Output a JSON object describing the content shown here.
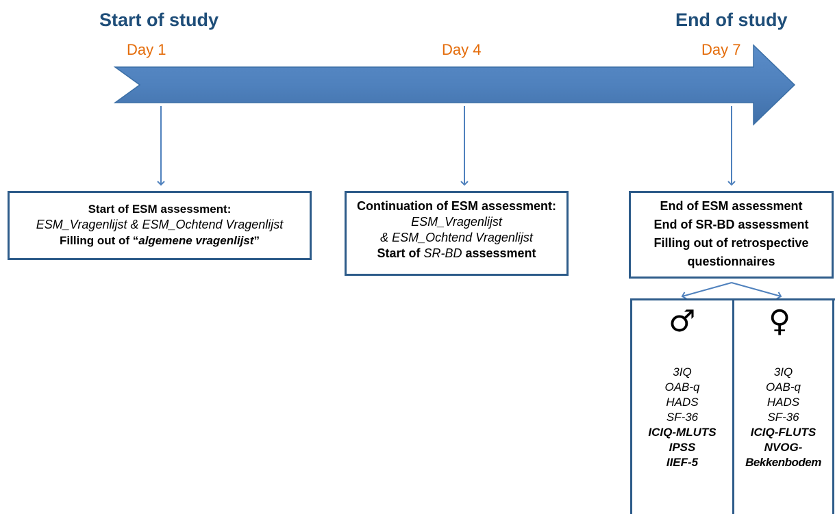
{
  "timeline": {
    "start_label": "Start  of study",
    "end_label": "End of study",
    "days": [
      "Day 1",
      "Day 4",
      "Day 7"
    ]
  },
  "boxes": {
    "day1": {
      "title": "Start of ESM assessment:",
      "line2": "ESM_Vragenlijst & ESM_Ochtend Vragenlijst",
      "line3_prefix": "Filling out of “",
      "line3_italic": "algemene vragenlijst",
      "line3_suffix": "”"
    },
    "day4": {
      "title": "Continuation  of ESM assessment:",
      "line2": "ESM_Vragenlijst",
      "line3": "& ESM_Ochtend Vragenlijst",
      "line4_prefix": "Start of ",
      "line4_italic": "SR-BD",
      "line4_suffix": " assessment"
    },
    "day7": {
      "line1": "End of ESM assessment",
      "line2": "End of SR-BD assessment",
      "line3": "Filling out of retrospective",
      "line4": "questionnaires"
    }
  },
  "male": {
    "symbol": "♂",
    "questionnaires": [
      "3IQ",
      "OAB-q",
      "HADS",
      "SF-36",
      "ICIQ-MLUTS",
      "IPSS",
      "IIEF-5"
    ]
  },
  "female": {
    "symbol": "♀",
    "questionnaires": [
      "3IQ",
      "OAB-q",
      "HADS",
      "SF-36",
      "ICIQ-FLUTS",
      "NVOG-",
      "Bekkenbodem"
    ]
  },
  "colors": {
    "arrow": "#4F81BD",
    "heading": "#1F4E79",
    "day": "#E46C0A",
    "box_border": "#2E5C8A"
  }
}
